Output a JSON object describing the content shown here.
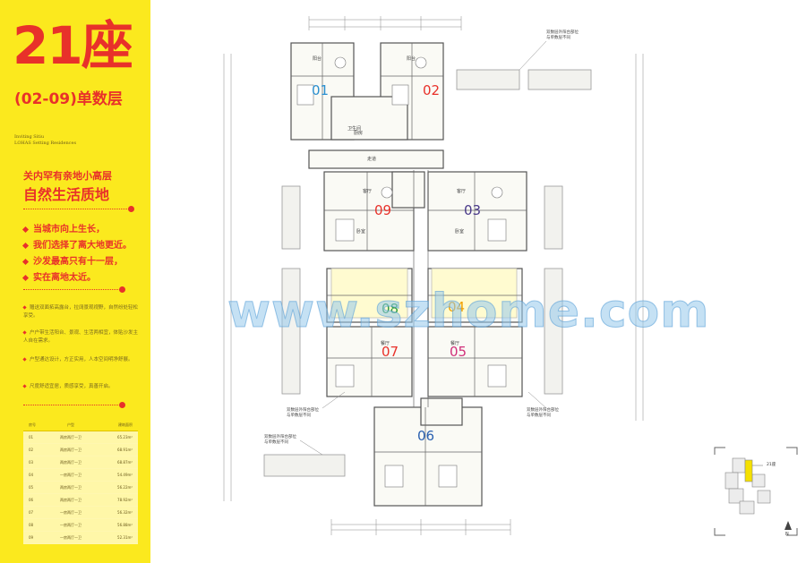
{
  "panel": {
    "title_main": "21座",
    "title_floors": "(02-09)单数层",
    "en_line1": "Inviting Sitiu",
    "en_line2": "LOHAS Setting Residences",
    "slogan_small": "关内罕有亲地小高层",
    "slogan_big": "自然生活质地",
    "bullets_big": [
      "当城市向上生长，",
      "我们选择了离大地更近。",
      "沙发最高只有十一层，",
      "实在离地太近。"
    ],
    "bullets_small": [
      "赠送双面拓高露台，拉阔景观视野，自然纷处轻松享受。",
      "户户带生活阳台、景观、生活两相宜，体贴沙发主人自在需求。",
      "户型通达设计，方正实用，人本空间明净舒展。",
      "尺度舒适宜居，质感享受，真善开启。"
    ]
  },
  "table": {
    "headers": [
      "房号",
      "户型",
      "建筑面积"
    ],
    "rows": [
      [
        "01",
        "两房两厅一卫",
        "65.23m²"
      ],
      [
        "02",
        "两房两厅一卫",
        "68.91m²"
      ],
      [
        "03",
        "两房两厅一卫",
        "68.87m²"
      ],
      [
        "04",
        "一房两厅一卫",
        "54.49m²"
      ],
      [
        "05",
        "两房两厅一卫",
        "56.22m²"
      ],
      [
        "06",
        "两房两厅一卫",
        "78.92m²"
      ],
      [
        "07",
        "一房两厅一卫",
        "56.32m²"
      ],
      [
        "08",
        "一房两厅一卫",
        "56.88m²"
      ],
      [
        "09",
        "一房两厅一卫",
        "52.31m²"
      ]
    ]
  },
  "plan": {
    "units": [
      {
        "num": "01",
        "color": "#2a8fd0"
      },
      {
        "num": "02",
        "color": "#e8312a"
      },
      {
        "num": "03",
        "color": "#4a3a8a"
      },
      {
        "num": "04",
        "color": "#f0a000"
      },
      {
        "num": "05",
        "color": "#d0307a"
      },
      {
        "num": "06",
        "color": "#2a60b0"
      },
      {
        "num": "07",
        "color": "#e8312a"
      },
      {
        "num": "08",
        "color": "#2a9a40"
      },
      {
        "num": "09",
        "color": "#e8312a"
      }
    ],
    "note_top": "双数层外阳台部位",
    "note_top2": "与单数层不同",
    "note_mid": "双数层外阳台部位",
    "note_mid2": "与单数层不同",
    "note_right": "双数层外阳台部位",
    "note_right2": "与单数层不同",
    "note_bot": "双数层外阳台部位",
    "note_bot2": "与单数层不同",
    "corridor": "走道",
    "key_label": "21座",
    "north": "N",
    "room_labels": [
      "阳台",
      "客厅",
      "卧室",
      "厨房",
      "卫生间",
      "餐厅"
    ]
  },
  "watermark": "www.szhome.com",
  "colors": {
    "panel_bg": "#fbe91e",
    "accent_red": "#e8312a",
    "plan_line": "#666666",
    "highlight_yellow": "#f5e000"
  }
}
